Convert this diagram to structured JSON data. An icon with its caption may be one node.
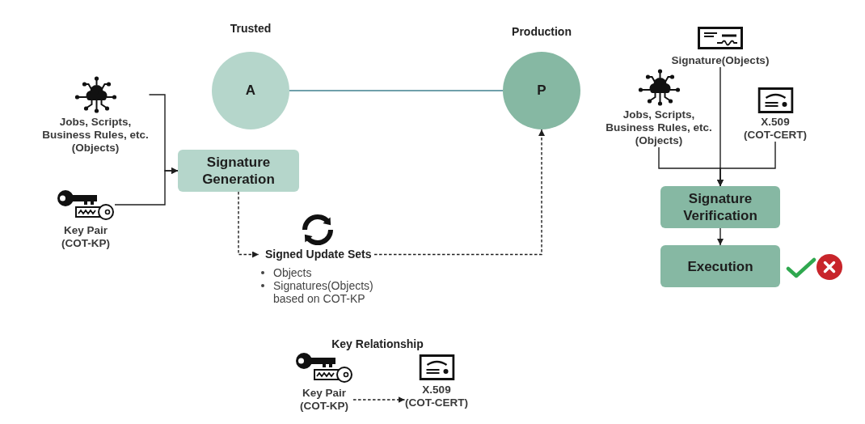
{
  "diagram": {
    "nodes": [
      {
        "text": [
          "Trusted",
          "A"
        ]
      },
      {
        "text": [
          "Production",
          "P"
        ]
      },
      {
        "text": [
          "Jobs, Scripts, Business Rules, etc. (Objects)"
        ]
      },
      {
        "text": [
          "Key Pair (COT-KP)"
        ]
      },
      {
        "text": [
          "Signature Generation"
        ]
      },
      {
        "text": [
          "Signed Update Sets",
          "Objects",
          "Signatures(Objects) based on COT-KP"
        ]
      },
      {
        "text": [
          "Signature(Objects)"
        ]
      },
      {
        "text": [
          "Jobs, Scripts, Business Rules, etc. (Objects)"
        ]
      },
      {
        "text": [
          "X.509 (COT-CERT)"
        ]
      },
      {
        "text": [
          "Signature Verification"
        ]
      },
      {
        "text": [
          "Execution"
        ]
      },
      {
        "text": [
          "Key Pair (COT-KP)"
        ]
      },
      {
        "text": [
          "X.509 (COT-CERT)"
        ]
      }
    ],
    "edges": [
      {
        "from": 0,
        "to": 1,
        "arrow": "none",
        "color": "#6fa0ab"
      },
      {
        "from": 2,
        "to": 4,
        "arrow": "to"
      },
      {
        "from": 3,
        "to": 4,
        "arrow": "to"
      },
      {
        "from": 4,
        "to": 5,
        "arrow": "to",
        "style": "dashed"
      },
      {
        "from": 5,
        "to": 1,
        "arrow": "to",
        "style": "dashed"
      },
      {
        "from": 6,
        "to": 9,
        "arrow": "to"
      },
      {
        "from": 7,
        "to": 9,
        "arrow": "to"
      },
      {
        "from": 8,
        "to": 9,
        "arrow": "to"
      },
      {
        "from": 9,
        "to": 10,
        "arrow": "to"
      },
      {
        "from": 11,
        "to": 12,
        "arrow": "to",
        "style": "dashed"
      }
    ],
    "labels": [
      "Key Relationship"
    ]
  }
}
